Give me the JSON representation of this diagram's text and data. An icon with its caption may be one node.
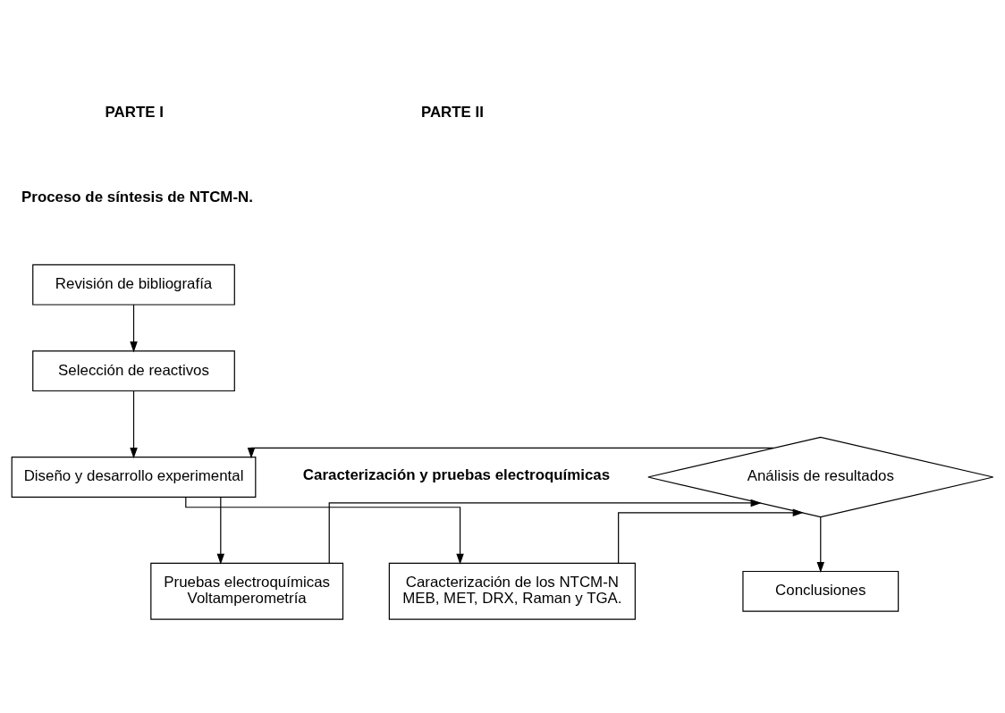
{
  "diagram": {
    "nodes": [
      {
        "text": [
          "Revisión de bibliografía"
        ]
      },
      {
        "text": [
          "Selección de reactivos"
        ]
      },
      {
        "text": [
          "Diseño y desarrollo experimental"
        ]
      },
      {
        "text": [
          "Caracterización de los NTCM-N",
          "MEB, MET, DRX, Raman y TGA."
        ]
      },
      {
        "text": [
          "Pruebas electroquímicas",
          "Voltamperometría"
        ]
      },
      {
        "text": [
          "Análisis de resultados"
        ]
      },
      {
        "text": [
          "Conclusiones"
        ]
      }
    ],
    "edges": [
      {
        "from": 0,
        "to": 1,
        "arrow": "to"
      },
      {
        "from": 1,
        "to": 2,
        "arrow": "to"
      },
      {
        "from": 2,
        "to": 3,
        "arrow": "to"
      },
      {
        "from": 2,
        "to": 4,
        "arrow": "to"
      },
      {
        "from": 3,
        "to": 5,
        "arrow": "to"
      },
      {
        "from": 4,
        "to": 5,
        "arrow": "to"
      },
      {
        "from": 5,
        "to": 2,
        "arrow": "to"
      },
      {
        "from": 5,
        "to": 6,
        "arrow": "to"
      }
    ],
    "labels": [
      "PARTE I",
      "Proceso de síntesis de NTCM-N.",
      "PARTE II",
      "Caracterización y pruebas electroquímicas"
    ]
  }
}
